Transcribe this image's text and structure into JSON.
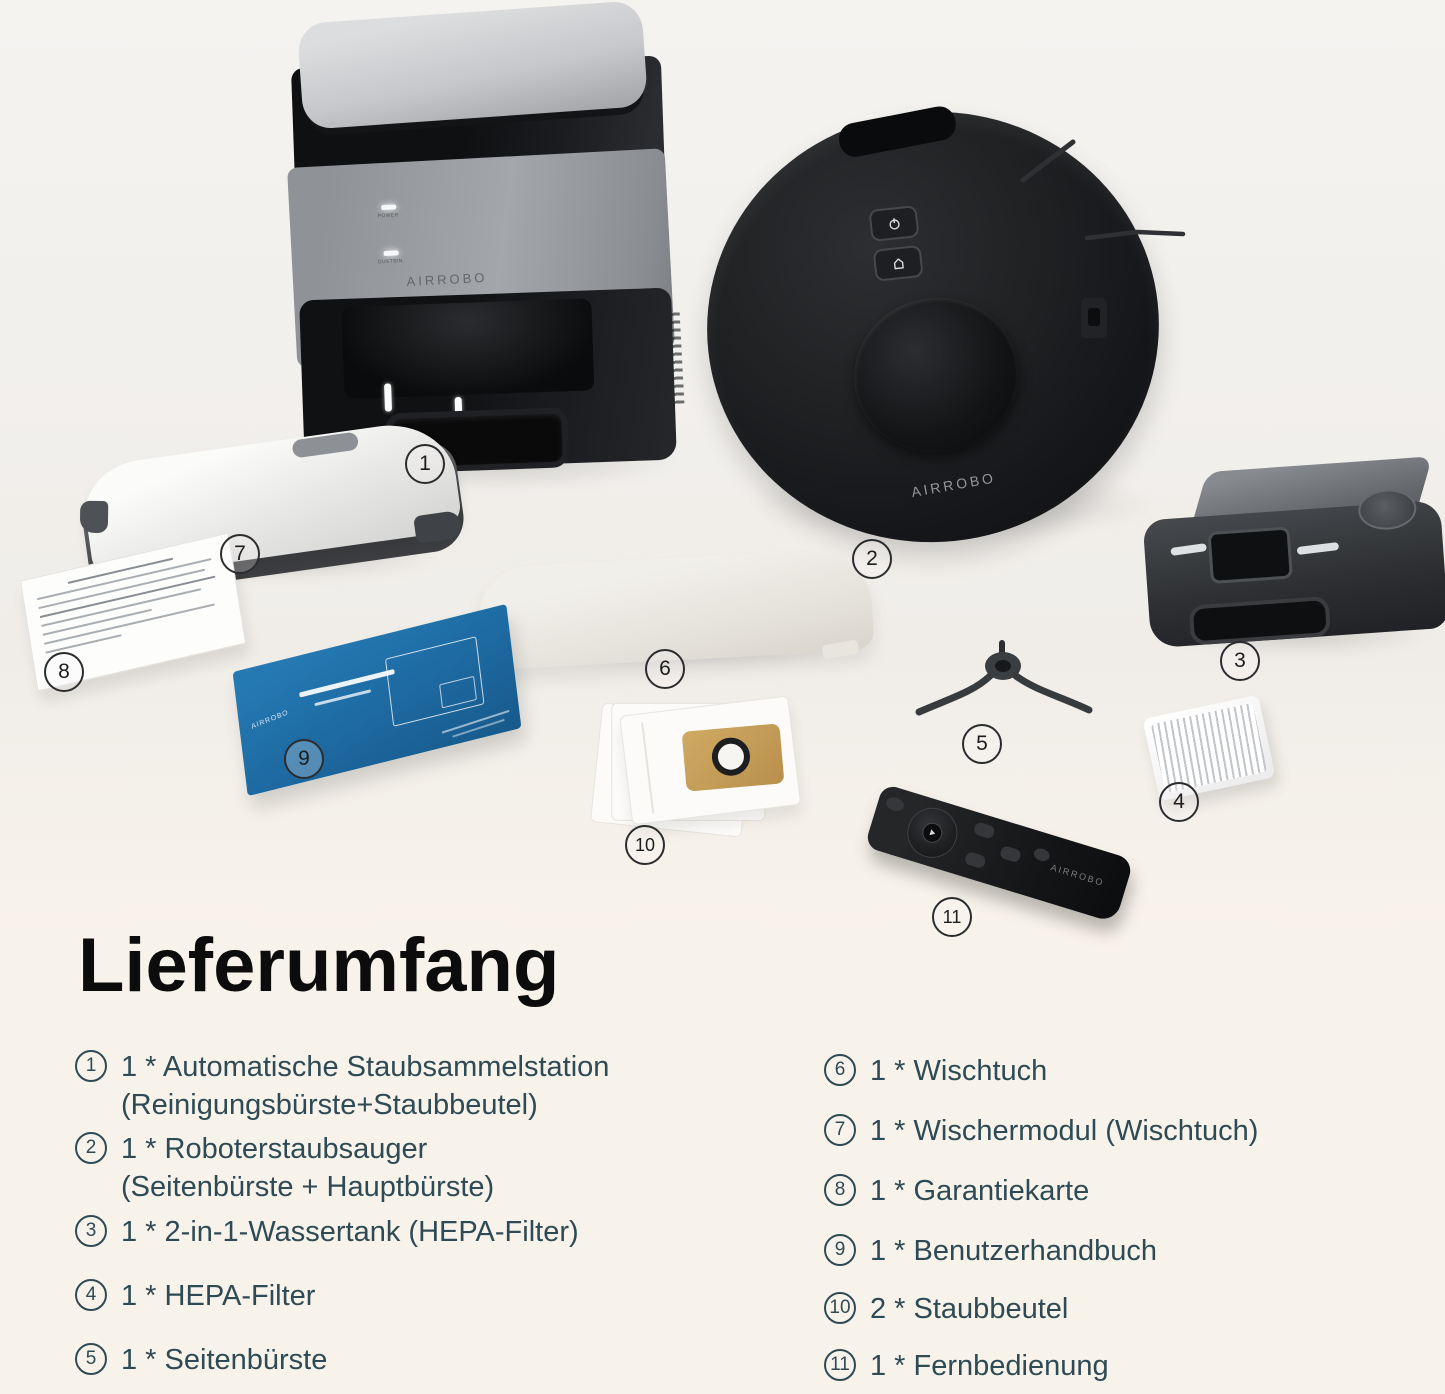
{
  "brand": "AIRROBO",
  "title": "Lieferumfang",
  "badges": [
    "1",
    "2",
    "3",
    "4",
    "5",
    "6",
    "7",
    "8",
    "9",
    "10",
    "11"
  ],
  "station": {
    "led1_label": "POWER",
    "led2_label": "DUSTBIN"
  },
  "colors": {
    "background": "#f8f3ea",
    "legend_text": "#2e4a54",
    "title_color": "#0c0c0c",
    "manual_blue": "#1e6da6",
    "dustbag_collar": "#c9a35f"
  },
  "legend": {
    "left": [
      {
        "num": "1",
        "line1": "1 * Automatische Staubsammelstation",
        "line2": "(Reinigungsbürste+Staubbeutel)"
      },
      {
        "num": "2",
        "line1": "1 * Roboterstaubsauger",
        "line2": "(Seitenbürste + Hauptbürste)"
      },
      {
        "num": "3",
        "line1": "1 * 2-in-1-Wassertank (HEPA-Filter)"
      },
      {
        "num": "4",
        "line1": "1 * HEPA-Filter"
      },
      {
        "num": "5",
        "line1": "1 * Seitenbürste"
      }
    ],
    "right": [
      {
        "num": "6",
        "line1": "1 * Wischtuch"
      },
      {
        "num": "7",
        "line1": "1 * Wischermodul (Wischtuch)"
      },
      {
        "num": "8",
        "line1": "1 * Garantiekarte"
      },
      {
        "num": "9",
        "line1": "1 * Benutzerhandbuch"
      },
      {
        "num": "10",
        "line1": "2 * Staubbeutel"
      },
      {
        "num": "11",
        "line1": "1 * Fernbedienung"
      }
    ]
  }
}
